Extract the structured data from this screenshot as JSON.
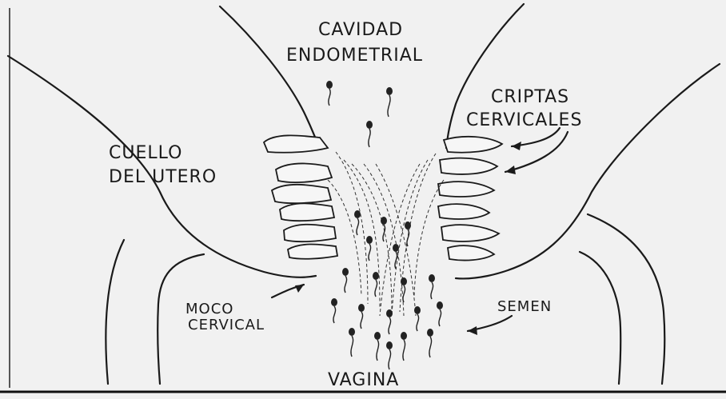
{
  "labels": {
    "endometrial_cavity_line1": "CAVIDAD",
    "endometrial_cavity_line2": "ENDOMETRIAL",
    "cervical_crypts_line1": "CRIPTAS",
    "cervical_crypts_line2": "CERVICALES",
    "cervix_line1": "CUELLO",
    "cervix_line2": "DEL UTERO",
    "cervical_mucus_line1": "MOCO",
    "cervical_mucus_line2": "CERVICAL",
    "semen": "SEMEN",
    "vagina": "VAGINA"
  }
}
